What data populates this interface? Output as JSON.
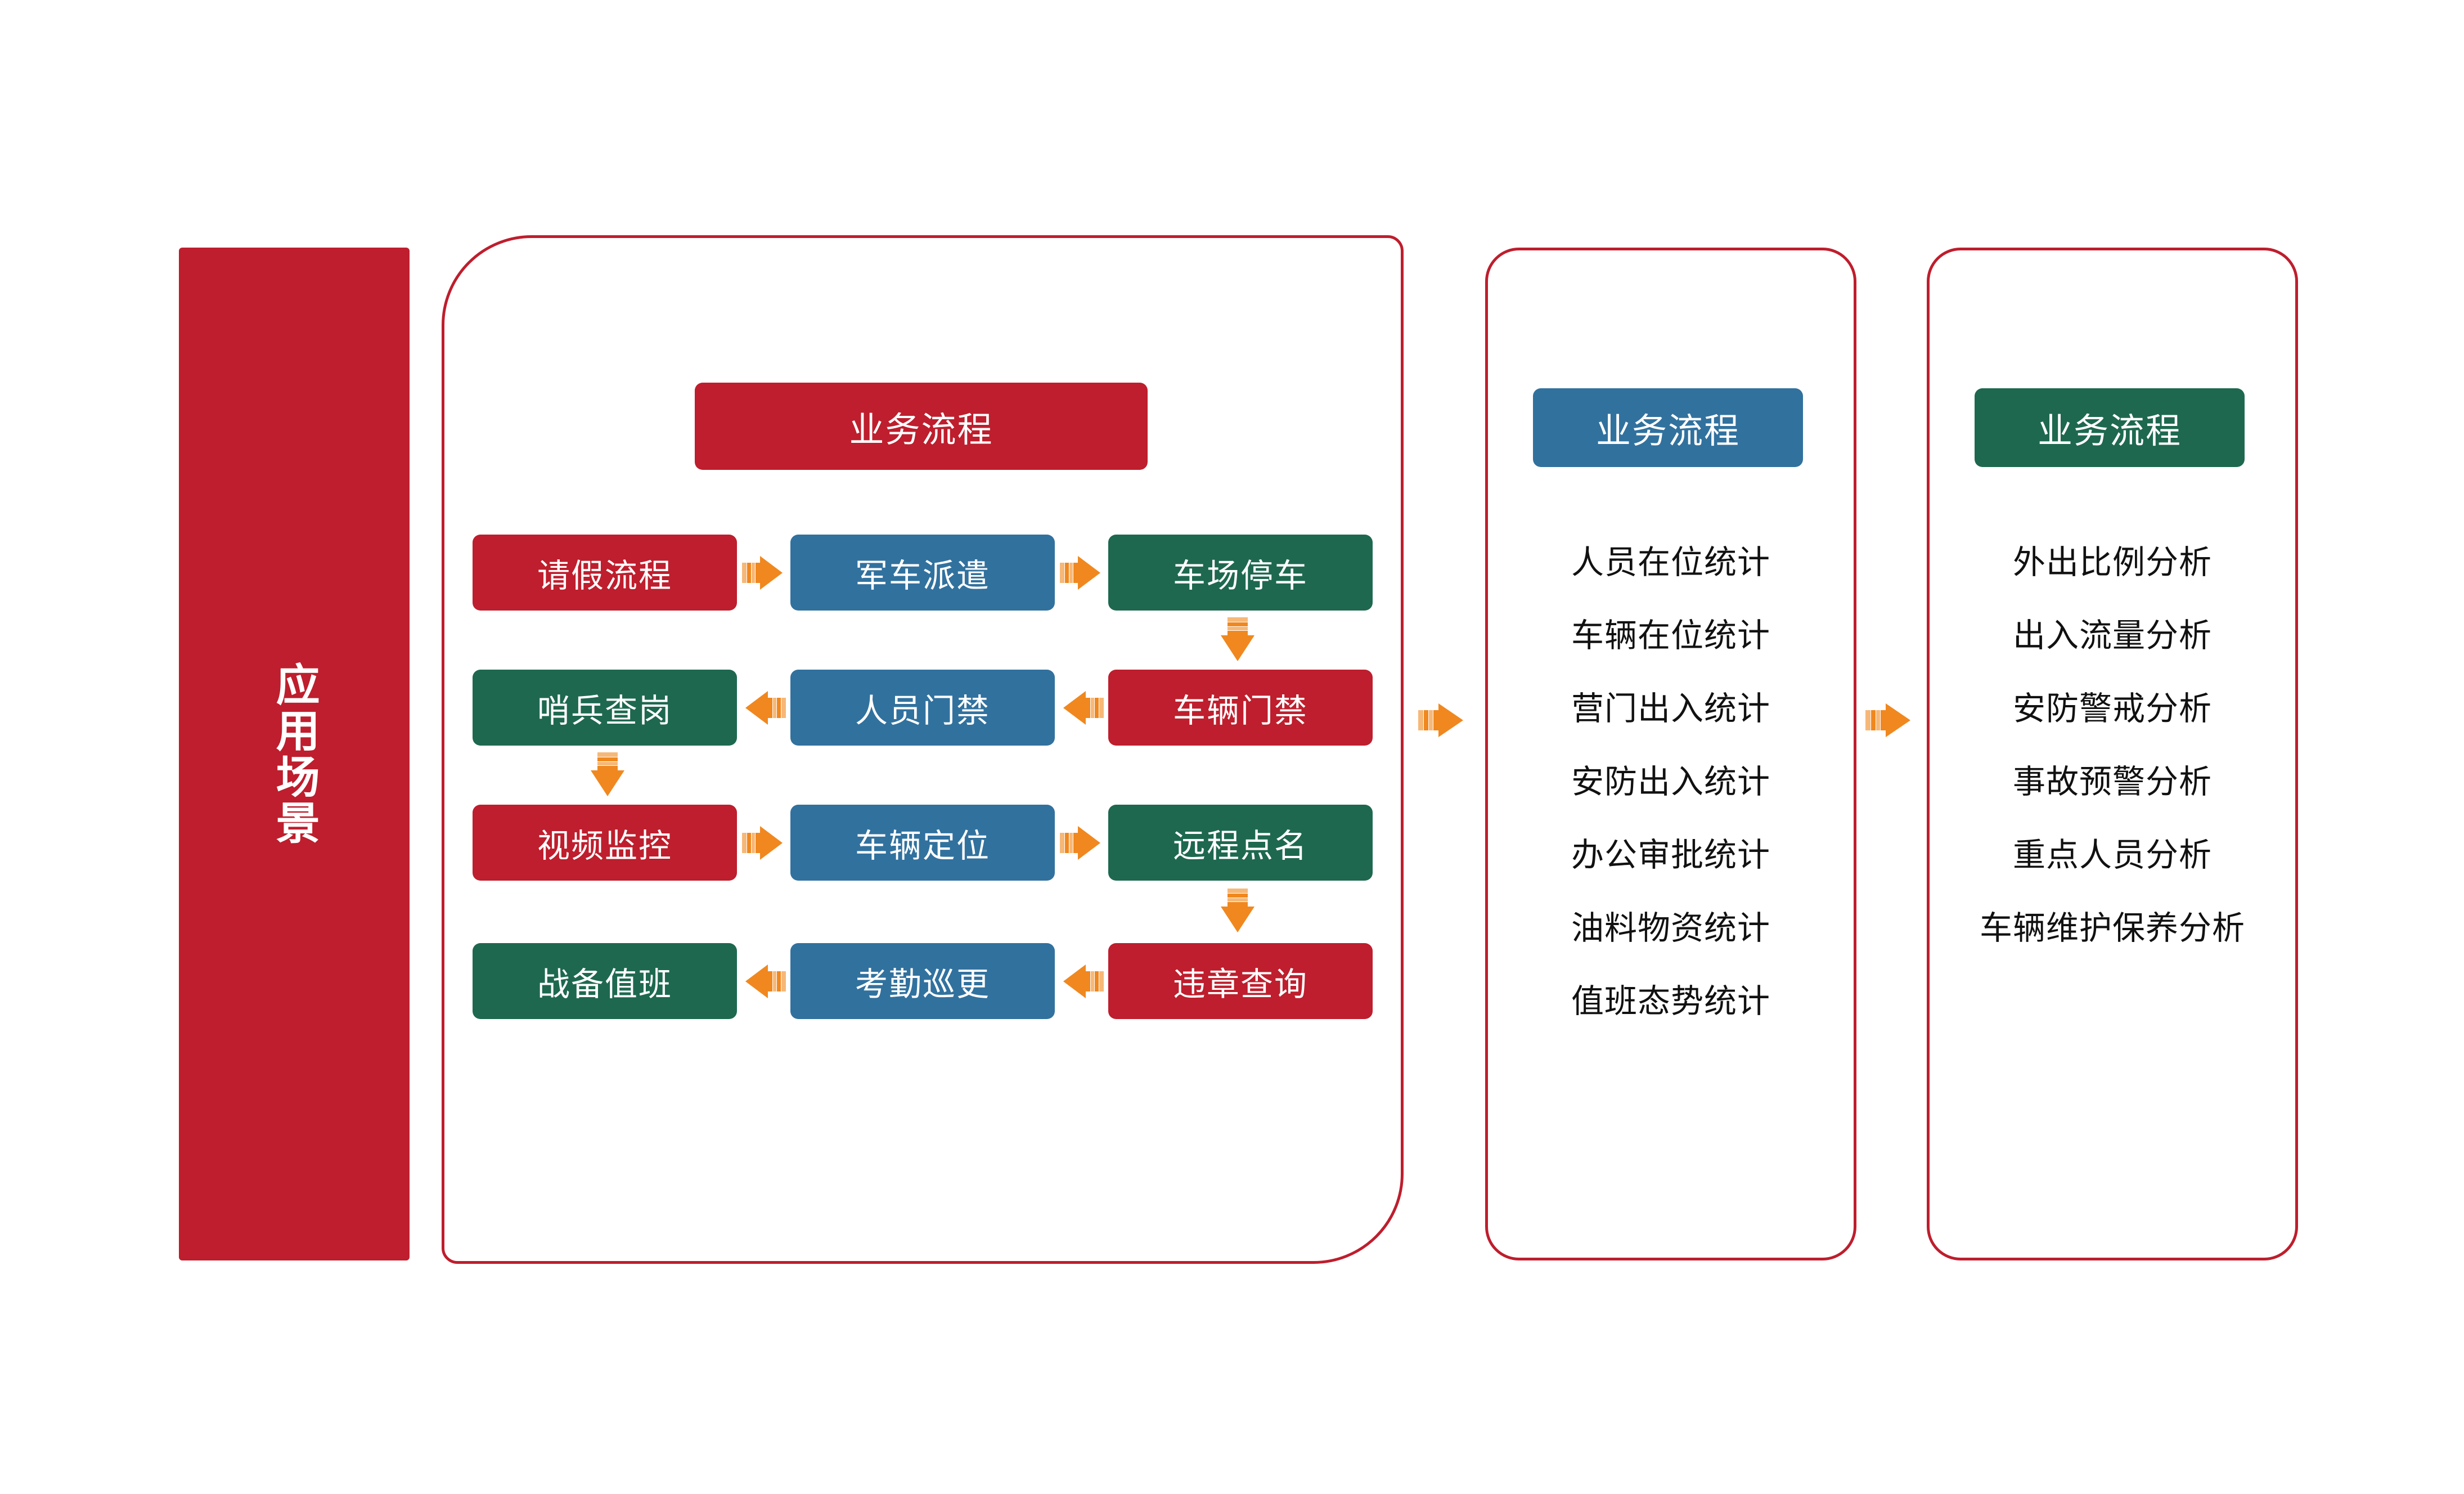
{
  "colors": {
    "red": "#BE1E2D",
    "blue": "#31719E",
    "green": "#1E6850",
    "arrow_orange": "#F0881F",
    "arrow_orange_light": "#F6B878",
    "text_dark": "#111111",
    "white": "#FFFFFF"
  },
  "banner": {
    "label": "应用场景"
  },
  "panels": {
    "process": {
      "header": "业务流程",
      "header_color": "#BE1E2D",
      "rows": [
        {
          "direction": "right",
          "boxes": [
            {
              "label": "请假流程",
              "color": "red"
            },
            {
              "label": "军车派遣",
              "color": "blue"
            },
            {
              "label": "车场停车",
              "color": "green"
            }
          ]
        },
        {
          "direction": "left",
          "boxes": [
            {
              "label": "哨兵查岗",
              "color": "green"
            },
            {
              "label": "人员门禁",
              "color": "blue"
            },
            {
              "label": "车辆门禁",
              "color": "red"
            }
          ]
        },
        {
          "direction": "right",
          "boxes": [
            {
              "label": "视频监控",
              "color": "red"
            },
            {
              "label": "车辆定位",
              "color": "blue"
            },
            {
              "label": "远程点名",
              "color": "green"
            }
          ]
        },
        {
          "direction": "left",
          "boxes": [
            {
              "label": "战备值班",
              "color": "green"
            },
            {
              "label": "考勤巡更",
              "color": "blue"
            },
            {
              "label": "违章查询",
              "color": "red"
            }
          ]
        }
      ],
      "connectors": [
        {
          "name": "row1-to-row2",
          "direction": "down",
          "column": "right"
        },
        {
          "name": "row2-to-row3",
          "direction": "down",
          "column": "left"
        },
        {
          "name": "row3-to-row4",
          "direction": "down",
          "column": "right"
        }
      ]
    },
    "statistics": {
      "header": "业务流程",
      "header_color": "#31719E",
      "items": [
        "人员在位统计",
        "车辆在位统计",
        "营门出入统计",
        "安防出入统计",
        "办公审批统计",
        "油料物资统计",
        "值班态势统计"
      ]
    },
    "analysis": {
      "header": "业务流程",
      "header_color": "#1E6850",
      "items": [
        "外出比例分析",
        "出入流量分析",
        "安防警戒分析",
        "事故预警分析",
        "重点人员分析",
        "车辆维护保养分析"
      ]
    }
  },
  "panel_arrows": [
    {
      "name": "process-to-statistics",
      "direction": "right"
    },
    {
      "name": "statistics-to-analysis",
      "direction": "right"
    }
  ]
}
